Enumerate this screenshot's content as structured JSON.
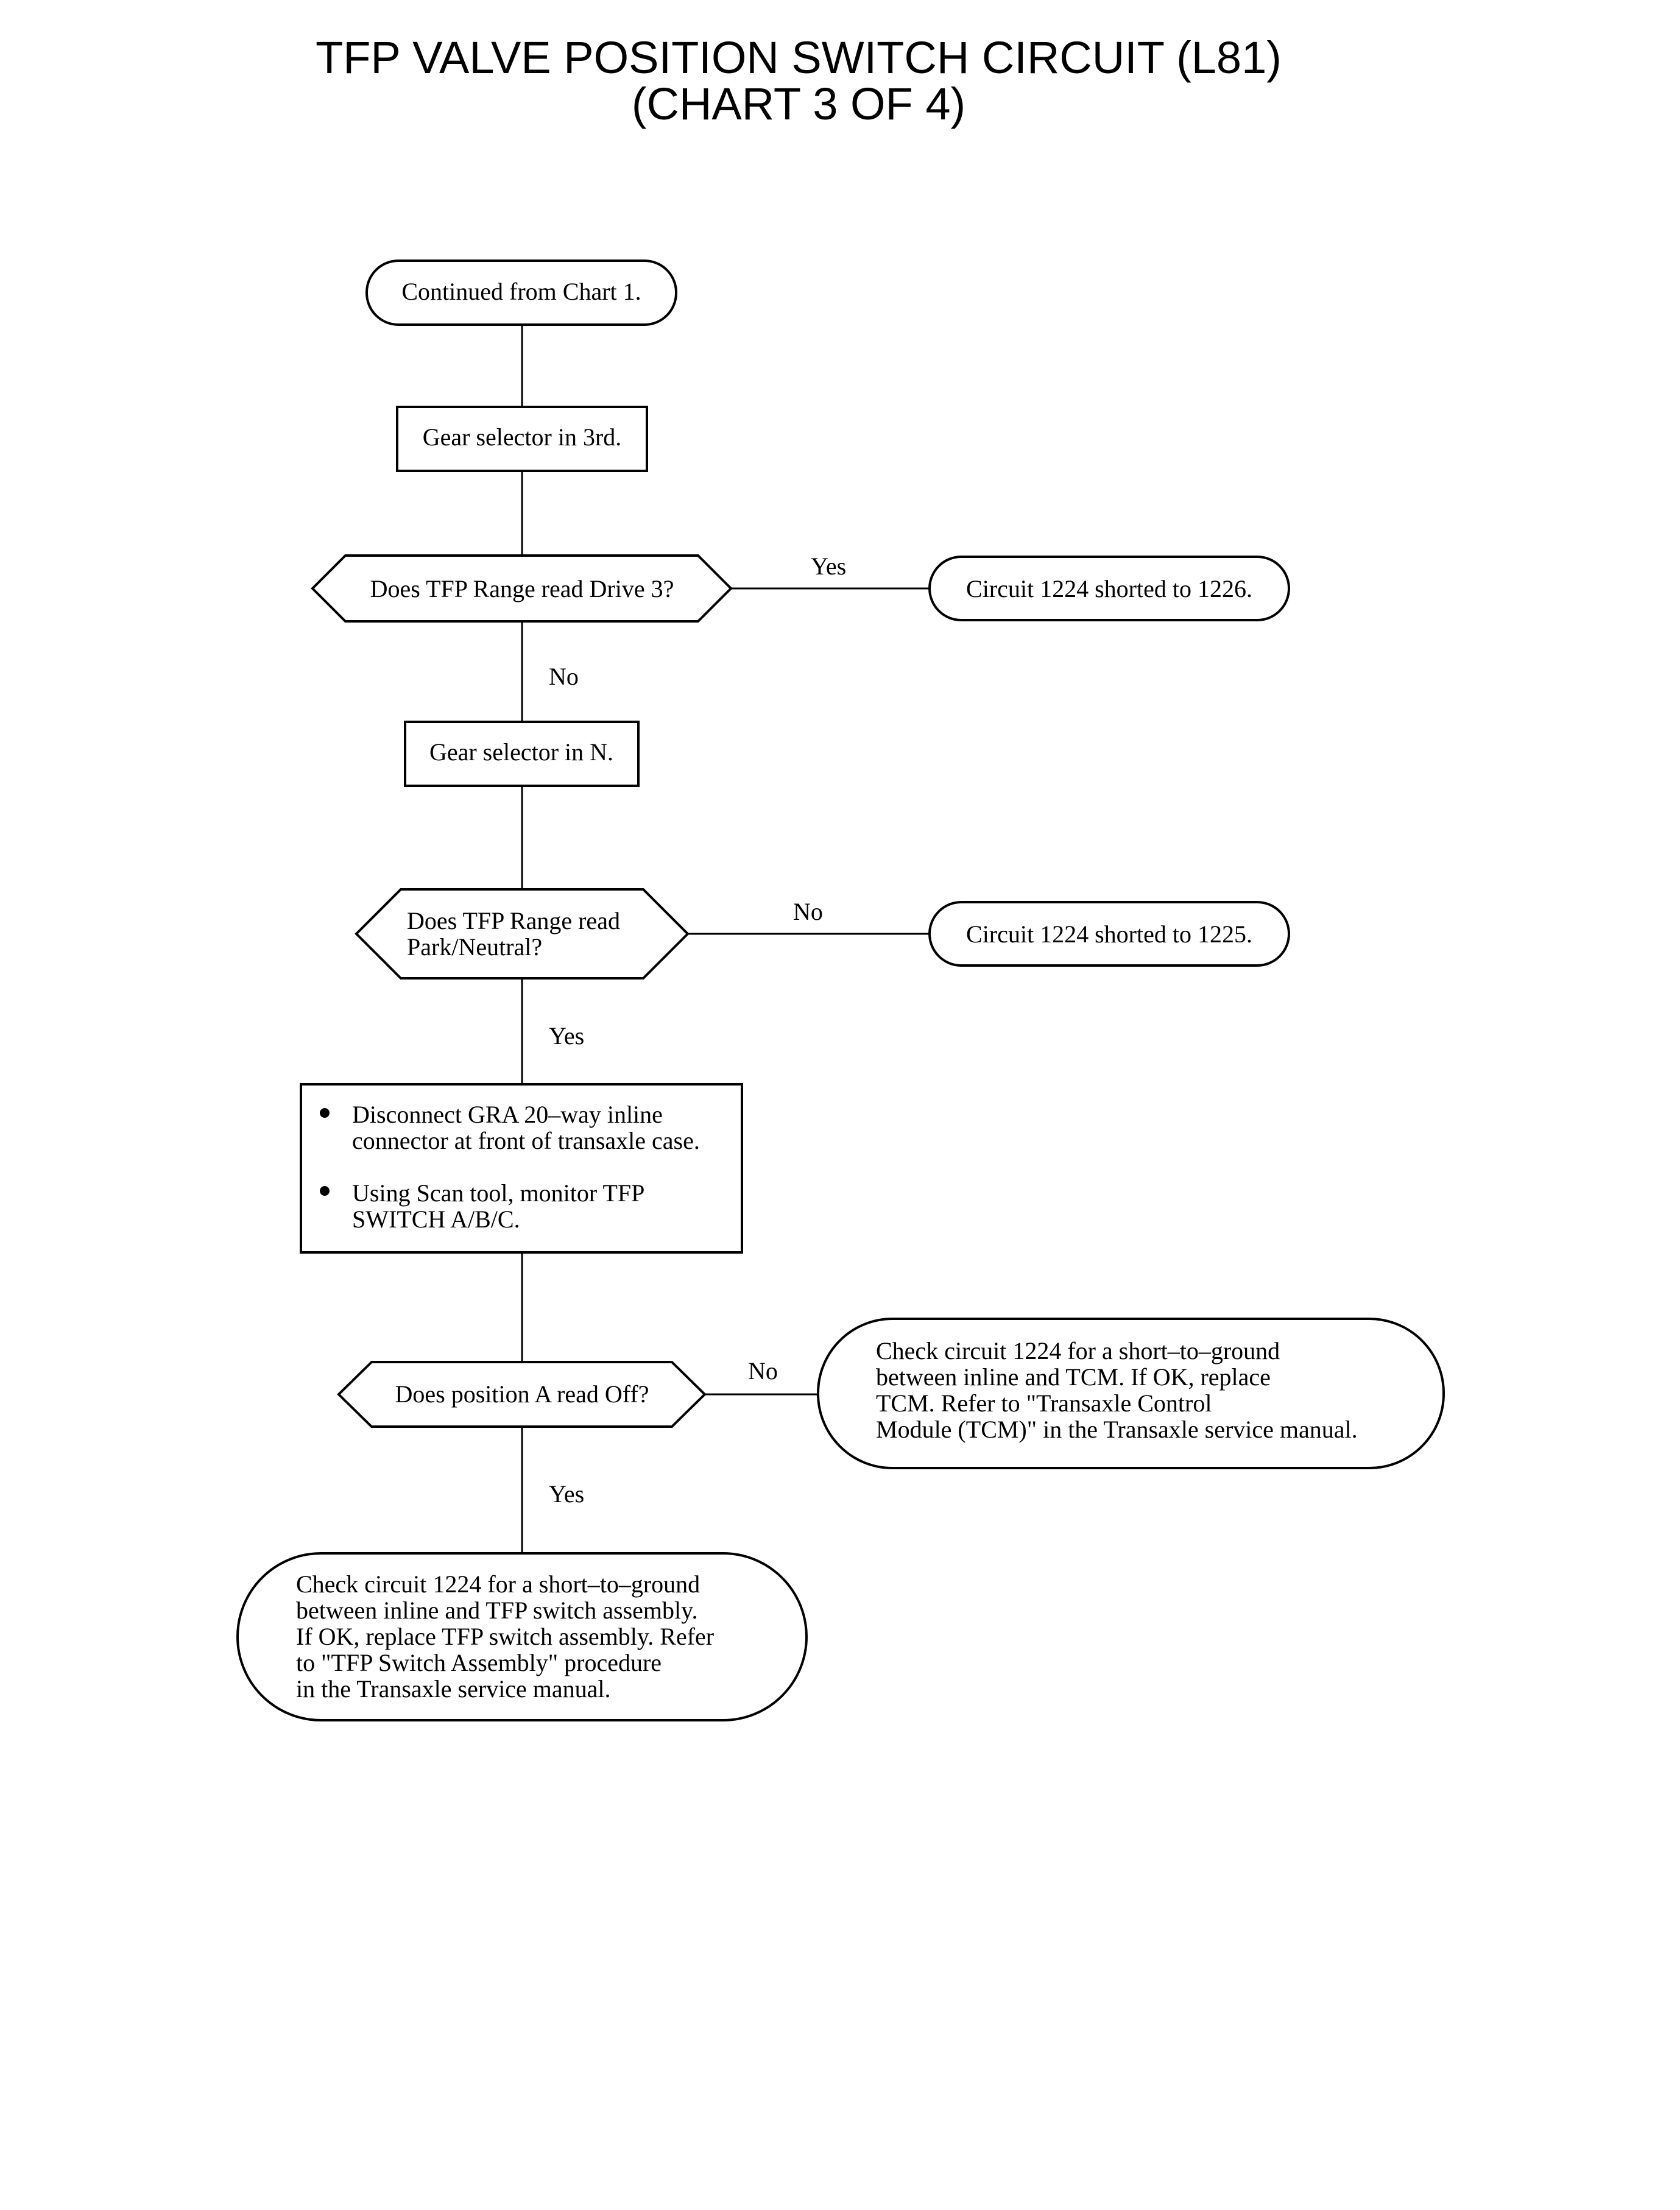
{
  "title": {
    "line1": "TFP VALVE POSITION SWITCH CIRCUIT (L81)",
    "line2": "(CHART 3 OF 4)"
  },
  "nodes": {
    "start": {
      "text": "Continued from Chart 1."
    },
    "gear3": {
      "text": "Gear selector in 3rd."
    },
    "q_drive3": {
      "text": "Does TFP Range read Drive 3?"
    },
    "r_1226": {
      "text": "Circuit 1224 shorted to 1226."
    },
    "gearN": {
      "text": "Gear selector in N."
    },
    "q_park": {
      "line1": "Does TFP Range read",
      "line2": "Park/Neutral?"
    },
    "r_1225": {
      "text": "Circuit 1224 shorted to 1225."
    },
    "steps": {
      "bullet1_line1": "Disconnect GRA 20–way inline",
      "bullet1_line2": "connector at front of transaxle case.",
      "bullet2_line1": "Using Scan tool, monitor TFP",
      "bullet2_line2": "SWITCH A/B/C."
    },
    "q_posA": {
      "text": "Does position A read Off?"
    },
    "r_tcm": {
      "line1": "Check circuit 1224 for a short–to–ground",
      "line2": "between inline and TCM. If OK, replace",
      "line3": "TCM. Refer to \"Transaxle Control",
      "line4": "Module (TCM)\" in the Transaxle service manual."
    },
    "r_switch": {
      "line1": "Check circuit 1224 for a short–to–ground",
      "line2": "between inline and TFP switch assembly.",
      "line3": "If OK, replace TFP switch assembly. Refer",
      "line4": "to \"TFP Switch Assembly\" procedure",
      "line5": "in the Transaxle service manual."
    }
  },
  "edges": {
    "drive3_yes": "Yes",
    "drive3_no": "No",
    "park_no": "No",
    "park_yes": "Yes",
    "posA_no": "No",
    "posA_yes": "Yes"
  }
}
